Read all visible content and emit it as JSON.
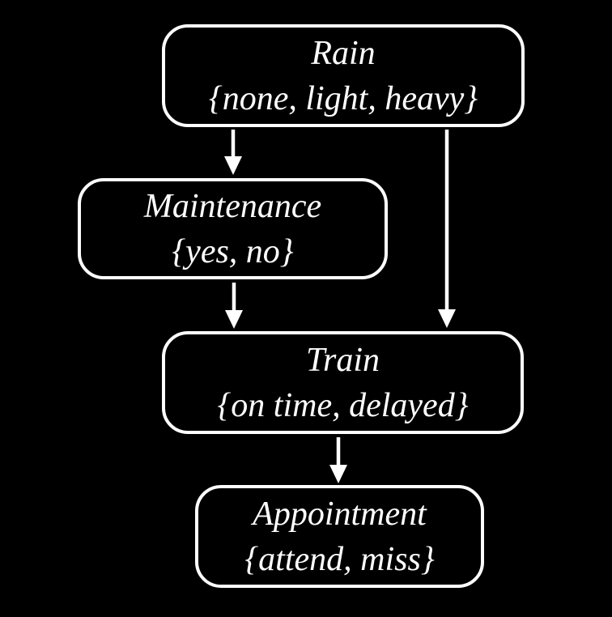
{
  "diagram": {
    "type": "bayesian-network",
    "background_color": "#000000",
    "node_border_color": "#ffffff",
    "text_color": "#ffffff",
    "arrow_color": "#ffffff"
  },
  "nodes": [
    {
      "id": "rain",
      "label": "Rain",
      "domain": "{none, light, heavy}"
    },
    {
      "id": "maintenance",
      "label": "Maintenance",
      "domain": "{yes, no}"
    },
    {
      "id": "train",
      "label": "Train",
      "domain": "{on time, delayed}"
    },
    {
      "id": "appointment",
      "label": "Appointment",
      "domain": "{attend, miss}"
    }
  ],
  "edges": [
    {
      "from": "rain",
      "to": "maintenance"
    },
    {
      "from": "rain",
      "to": "train"
    },
    {
      "from": "maintenance",
      "to": "train"
    },
    {
      "from": "train",
      "to": "appointment"
    }
  ]
}
